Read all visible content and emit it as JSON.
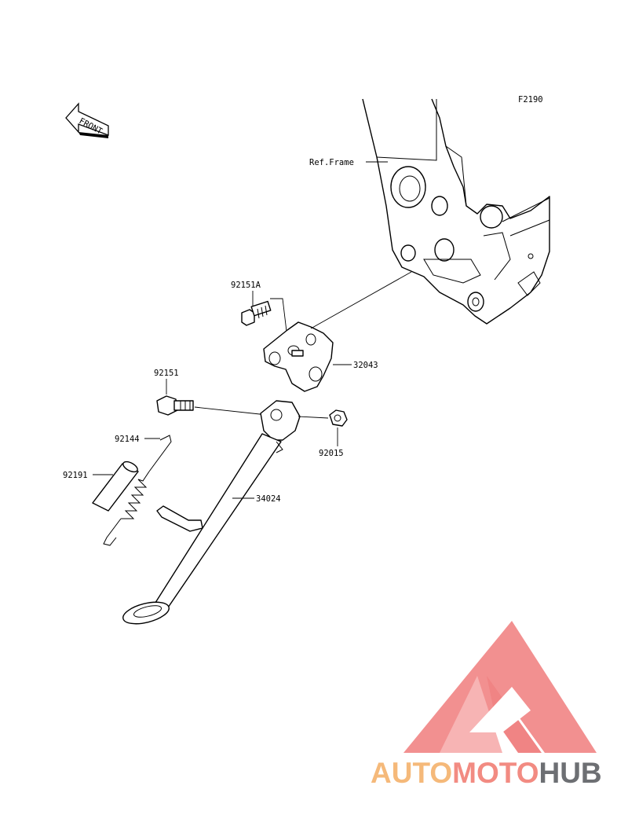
{
  "diagram": {
    "figure_code": "F2190",
    "front_label": "FRONT",
    "frame_label": "Ref.Frame",
    "parts": [
      {
        "number": "92151A"
      },
      {
        "number": "32043"
      },
      {
        "number": "92151"
      },
      {
        "number": "92015"
      },
      {
        "number": "92144"
      },
      {
        "number": "92191"
      },
      {
        "number": "34024"
      }
    ]
  },
  "watermark": {
    "brand_part1": "AUTO",
    "brand_part2": "MOTO",
    "brand_part3": "HUB",
    "colors": {
      "auto": "#f5b97a",
      "moto": "#f28b82",
      "hub": "#6d6f73",
      "triangle": "#f07d7d"
    }
  }
}
